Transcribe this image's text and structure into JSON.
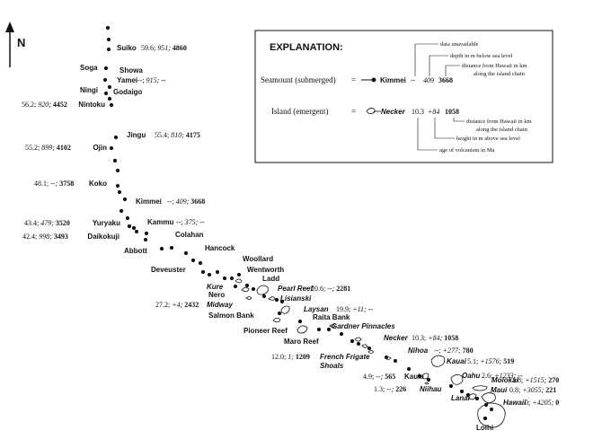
{
  "north_label": "N",
  "explanation": {
    "title": "EXPLANATION:",
    "seamount": {
      "category": "Seamount (submerged)",
      "equals": "=",
      "name": "Kimmei",
      "age": "--",
      "depth": "409",
      "distance": "3668",
      "notes": [
        "data unavailable",
        "depth in m below sea level",
        "distance from Hawaii in km",
        "along the island chain"
      ]
    },
    "island": {
      "category": "Island (emergent)",
      "equals": "=",
      "name": "Necker",
      "age": "10.3",
      "height": "+84",
      "distance": "1058",
      "notes": [
        "distance from Hawaii in km",
        "along the island chain",
        "height in m above sea level",
        "age of volcanism in Ma"
      ]
    }
  },
  "features": [
    {
      "name": "Suiko",
      "italic": false,
      "age": "59.6",
      "elev": "951",
      "dist": "4860"
    },
    {
      "name": "Soga",
      "italic": false
    },
    {
      "name": "Showa",
      "italic": false
    },
    {
      "name": "Yamei",
      "italic": false,
      "age": "--",
      "elev": "915",
      "dist": "--"
    },
    {
      "name": "Ningi",
      "italic": false
    },
    {
      "name": "Godaigo",
      "italic": false
    },
    {
      "name": "Nintoku",
      "italic": false,
      "age": "56.2",
      "elev": "920",
      "dist": "4452"
    },
    {
      "name": "Jingu",
      "italic": false,
      "age": "55.4",
      "elev": "810",
      "dist": "4175"
    },
    {
      "name": "Ojin",
      "italic": false,
      "age": "55.2",
      "elev": "899",
      "dist": "4102"
    },
    {
      "name": "Koko",
      "italic": false,
      "age": "48.1",
      "elev": "--",
      "dist": "3758"
    },
    {
      "name": "Kimmei",
      "italic": false,
      "age": "--",
      "elev": "409",
      "dist": "3668"
    },
    {
      "name": "Yuryaku",
      "italic": false,
      "age": "43.4",
      "elev": "479",
      "dist": "3520"
    },
    {
      "name": "Kammu",
      "italic": false,
      "age": "--",
      "elev": "375",
      "dist": "--"
    },
    {
      "name": "Daikokuji",
      "italic": false,
      "age": "42.4",
      "elev": "998",
      "dist": "3493"
    },
    {
      "name": "Abbott",
      "italic": false
    },
    {
      "name": "Colahan",
      "italic": false
    },
    {
      "name": "Hancock",
      "italic": false
    },
    {
      "name": "Deveuster",
      "italic": false
    },
    {
      "name": "Woollard",
      "italic": false
    },
    {
      "name": "Wentworth",
      "italic": false
    },
    {
      "name": "Ladd",
      "italic": false
    },
    {
      "name": "Kure",
      "italic": true
    },
    {
      "name": "Nero",
      "italic": false
    },
    {
      "name": "Pearl Reef",
      "italic": true,
      "age": "20.6",
      "elev": "--",
      "dist": "2281"
    },
    {
      "name": "Midway",
      "italic": true,
      "age": "27.2",
      "elev": "+4",
      "dist": "2432"
    },
    {
      "name": "Lisianski",
      "italic": true
    },
    {
      "name": "Salmon Bank",
      "italic": false
    },
    {
      "name": "Laysan",
      "italic": true,
      "age": "19.9",
      "elev": "+11",
      "dist": "--"
    },
    {
      "name": "Raita Bank",
      "italic": false
    },
    {
      "name": "Pioneer Reef",
      "italic": false
    },
    {
      "name": "Gardner Pinnacles",
      "italic": true
    },
    {
      "name": "Maro Reef",
      "italic": false
    },
    {
      "name": "French Frigate Shoals",
      "italic": true,
      "age": "12.0",
      "elev": "1",
      "dist": "1209"
    },
    {
      "name": "Necker",
      "italic": true,
      "age": "10.3",
      "elev": "+84",
      "dist": "1058"
    },
    {
      "name": "Nihoa",
      "italic": true,
      "age": "--",
      "elev": "+277",
      "dist": "780"
    },
    {
      "name": "Kauai",
      "italic": true,
      "age": "5.1",
      "elev": "+1576",
      "dist": "519"
    },
    {
      "name": "Oahu",
      "italic": true,
      "age": "2.6",
      "elev": "+1233",
      "dist": "--"
    },
    {
      "name": "Kaula",
      "italic": false,
      "age": "4.9",
      "elev": "--",
      "dist": "565"
    },
    {
      "name": "Niihau",
      "italic": true,
      "age": "1.3",
      "elev": "--",
      "dist": "226"
    },
    {
      "name": "Molokai",
      "italic": true,
      "age": "1.8",
      "elev": "+1515",
      "dist": "270"
    },
    {
      "name": "Maui",
      "italic": true,
      "age": "0.8",
      "elev": "+3055",
      "dist": "221"
    },
    {
      "name": "Lanai",
      "italic": true
    },
    {
      "name": "Hawaii",
      "italic": true,
      "age": "0",
      "elev": "+4205",
      "dist": "0"
    },
    {
      "name": "Loihi",
      "italic": false
    }
  ]
}
